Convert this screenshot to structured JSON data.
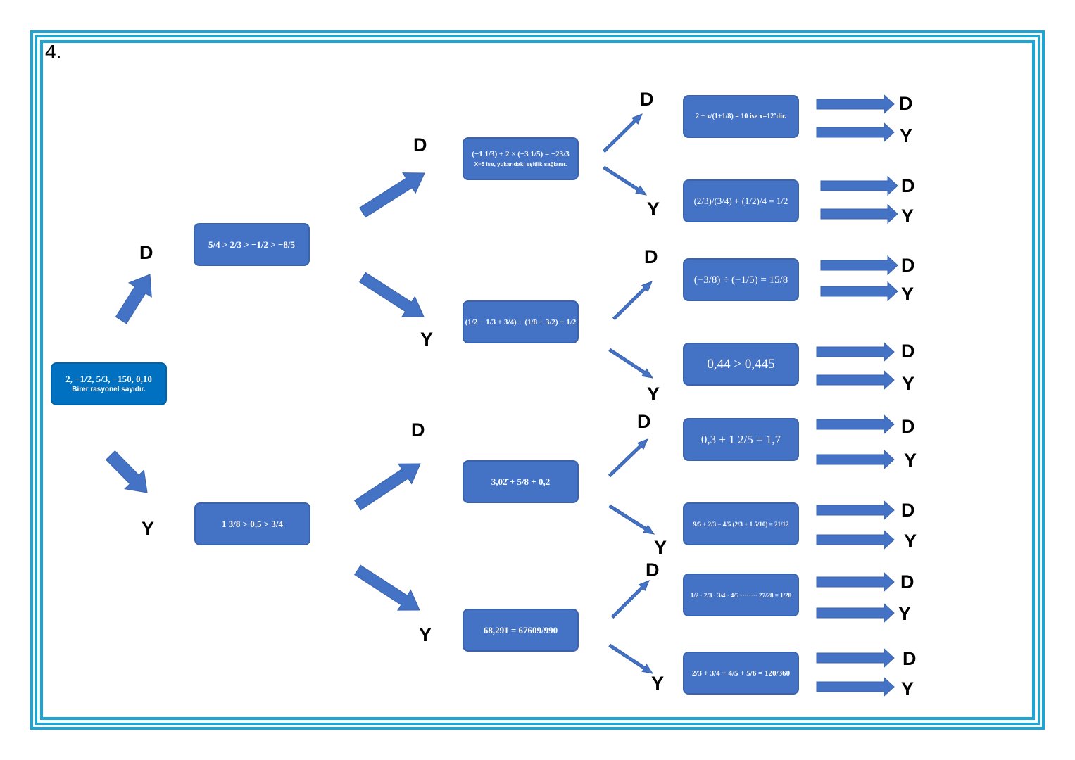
{
  "question_number": "4.",
  "colors": {
    "frame": "#1ba6d8",
    "box": "#4472c4",
    "start_box": "#0070c0",
    "arrow": "#4472c4"
  },
  "start": {
    "line1": "2, −1/2, 5/3, −150, 0,10",
    "line2": "Birer rasyonel sayıdır."
  },
  "level1": [
    {
      "label": "D",
      "statement": "5/4 > 2/3 > −1/2 > −8/5"
    },
    {
      "label": "Y",
      "statement": "1 3/8 > 0,5 > 3/4"
    }
  ],
  "level2": [
    {
      "label": "D",
      "line1": "(−1 1/3) + 2 × (−3 1/5) = −23/3",
      "line2": "X=5 ise, yukarıdaki eşitlik sağlanır."
    },
    {
      "label": "Y",
      "line1": "(1/2 − 1/3 + 3/4) − (1/8 − 3/2) + 1/2",
      "line2": ""
    },
    {
      "label": "D",
      "line1": "3,02̄ + 5/8 + 0,2",
      "line2": ""
    },
    {
      "label": "Y",
      "line1": "68,29̄1̄ = 67609/990",
      "line2": ""
    }
  ],
  "level3": [
    {
      "label": "D",
      "statement": "2 + x/(1+1/8) = 10 ise x=12’dir."
    },
    {
      "label": "Y",
      "statement": "(2/3)/(3/4) + (1/2)/4 = 1/2"
    },
    {
      "label": "D",
      "statement": "(−3/8) ÷ (−1/5) = 15/8"
    },
    {
      "label": "Y",
      "statement": "0,44 > 0,445"
    },
    {
      "label": "D",
      "statement": "0,3 + 1 2/5 = 1,7"
    },
    {
      "label": "Y",
      "statement": "9/5 + 2/3 − 4/5 (2/3 + 1 5/10) = 21/12"
    },
    {
      "label": "D",
      "statement": "1/2 · 2/3 · 3/4 · 4/5 ········ 27/28 = 1/28"
    },
    {
      "label": "Y",
      "statement": "2/3 + 3/4 + 4/5 + 5/6 = 120/360"
    }
  ],
  "final_labels": [
    "D",
    "Y"
  ]
}
